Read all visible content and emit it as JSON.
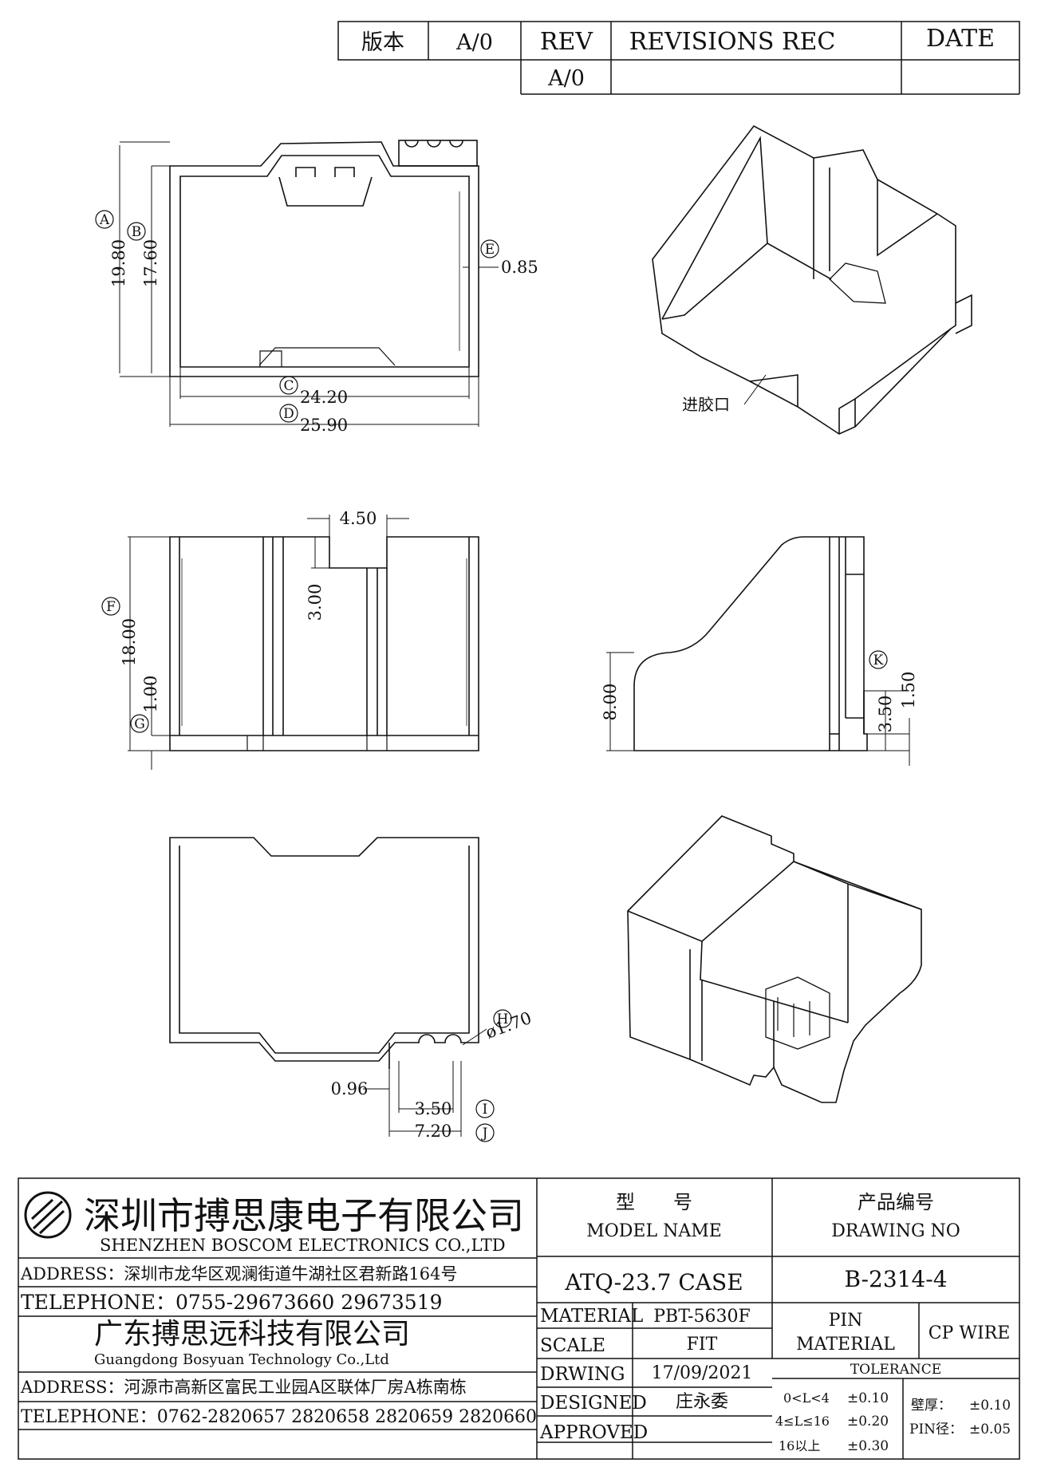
{
  "revision_block": {
    "version_label": "版本",
    "version_value": "A/0",
    "rev_label": "REV",
    "revisions_label": "REVISIONS REC",
    "date_label": "DATE",
    "rev_value": "A/0"
  },
  "views": {
    "top": {
      "callouts": [
        "A",
        "B",
        "C",
        "D",
        "E"
      ],
      "dim_a": "19.80",
      "dim_b": "17.60",
      "dim_c": "24.20",
      "dim_d": "25.90",
      "dim_e": "0.85"
    },
    "iso_open": {
      "gate_label": "进胶口"
    },
    "front": {
      "callouts": [
        "F",
        "G"
      ],
      "dim_slot_w": "4.50",
      "dim_slot_d": "3.00",
      "dim_f": "18.00",
      "dim_g": "1.00"
    },
    "side": {
      "callouts": [
        "K"
      ],
      "dim_h": "8.00",
      "dim_350": "3.50",
      "dim_k": "1.50"
    },
    "bottom": {
      "callouts": [
        "H",
        "I",
        "J"
      ],
      "dim_h": "ø1.70",
      "dim_096": "0.96",
      "dim_i": "3.50",
      "dim_j": "7.20"
    }
  },
  "title_block": {
    "company_cn": "深圳市搏思康电子有限公司",
    "company_en": "SHENZHEN BOSCOM ELECTRONICS CO.,LTD",
    "address1": "ADDRESS：深圳市龙华区观澜街道牛湖社区君新路164号",
    "telephone1": "TELEPHONE：0755-29673660 29673519",
    "company2_cn": "广东搏思远科技有限公司",
    "company2_en": "Guangdong Bosyuan Technology Co.,Ltd",
    "address2": "ADDRESS：河源市高新区富民工业园A区联体厂房A栋南栋",
    "telephone2": "TELEPHONE：0762-2820657 2820658 2820659 2820660",
    "model_label_cn": "型　　号",
    "model_label_en": "MODEL NAME",
    "model_value": "ATQ-23.7 CASE",
    "drawing_label_cn": "产品编号",
    "drawing_label_en": "DRAWING NO",
    "drawing_value": "B-2314-4",
    "material_label": "MATERIAL",
    "material_value": "PBT-5630F",
    "scale_label": "SCALE",
    "scale_value": "FIT",
    "drwing_label": "DRWING",
    "drwing_value": "17/09/2021",
    "designed_label": "DESIGNED",
    "designed_value": "庄永委",
    "approved_label": "APPROVED",
    "approved_value": "",
    "pin_material_label_1": "PIN",
    "pin_material_label_2": "MATERIAL",
    "pin_material_value": "CP WIRE",
    "tolerance_label": "TOLERANCE",
    "tol_rows": [
      {
        "range": "0<L<4",
        "value": "±0.10"
      },
      {
        "range": "4≤L≤16",
        "value": "±0.20"
      },
      {
        "range": "16以上",
        "value": "±0.30"
      }
    ],
    "wall_label": "壁厚：",
    "wall_value": "±0.10",
    "pin_dia_label": "PIN径：",
    "pin_dia_value": "±0.05"
  }
}
